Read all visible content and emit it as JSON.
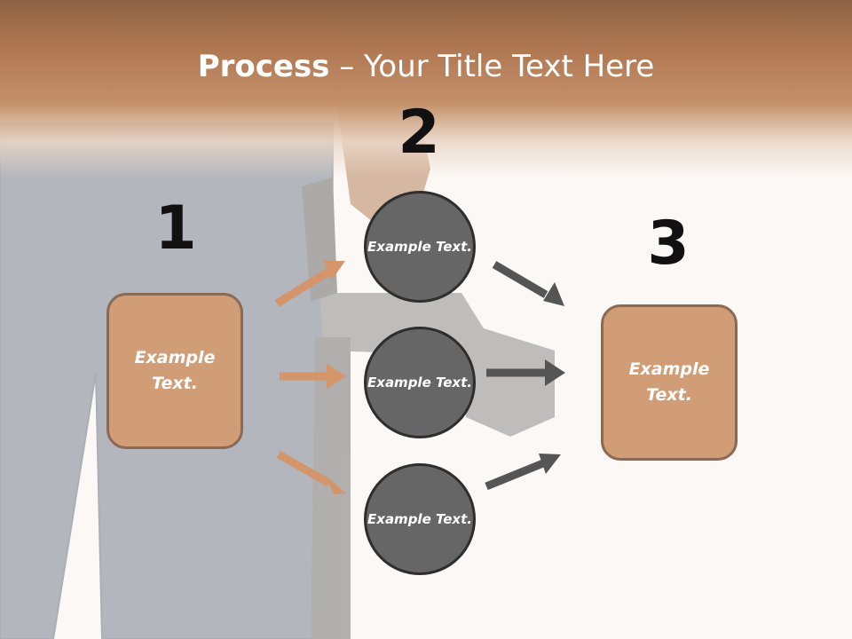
{
  "slide": {
    "title_bold": "Process",
    "title_rest": " – Your Title Text Here"
  },
  "steps": [
    {
      "number": "1",
      "text": "Example Text."
    },
    {
      "number": "2",
      "items": [
        "Example Text.",
        "Example Text.",
        "Example Text."
      ]
    },
    {
      "number": "3",
      "text": "Example Text."
    }
  ],
  "colors": {
    "header": "#c08a66",
    "box_fill": "#d19d77",
    "box_border": "#8a6a55",
    "circle_fill": "#666666",
    "circle_border": "#2e2e2e",
    "arrow_orange": "#d4956b",
    "arrow_gray": "#555555"
  }
}
